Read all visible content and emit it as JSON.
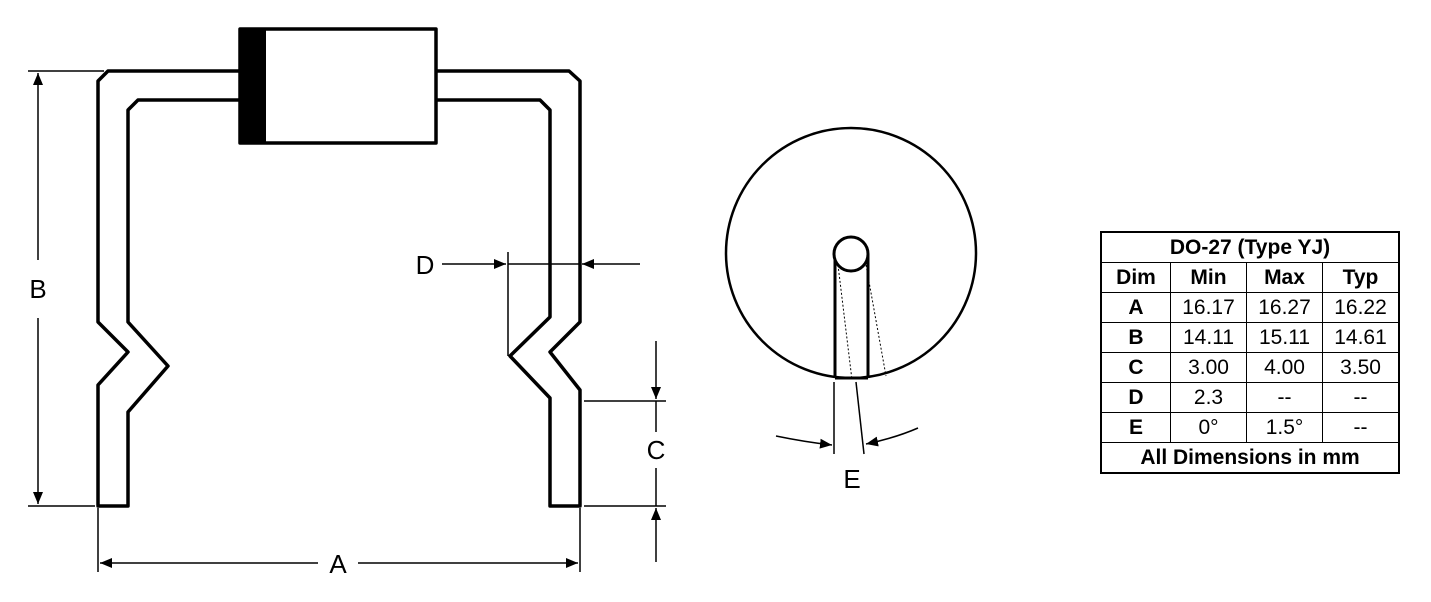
{
  "labels": {
    "A": "A",
    "B": "B",
    "C": "C",
    "D": "D",
    "E": "E"
  },
  "table": {
    "title": "DO-27 (Type YJ)",
    "headers": [
      "Dim",
      "Min",
      "Max",
      "Typ"
    ],
    "rows": [
      {
        "dim": "A",
        "min": "16.17",
        "max": "16.27",
        "typ": "16.22"
      },
      {
        "dim": "B",
        "min": "14.11",
        "max": "15.11",
        "typ": "14.61"
      },
      {
        "dim": "C",
        "min": "3.00",
        "max": "4.00",
        "typ": "3.50"
      },
      {
        "dim": "D",
        "min": "2.3",
        "max": "--",
        "typ": "--"
      },
      {
        "dim": "E",
        "min": "0°",
        "max": "1.5°",
        "typ": "--"
      }
    ],
    "footer": "All Dimensions in mm"
  }
}
